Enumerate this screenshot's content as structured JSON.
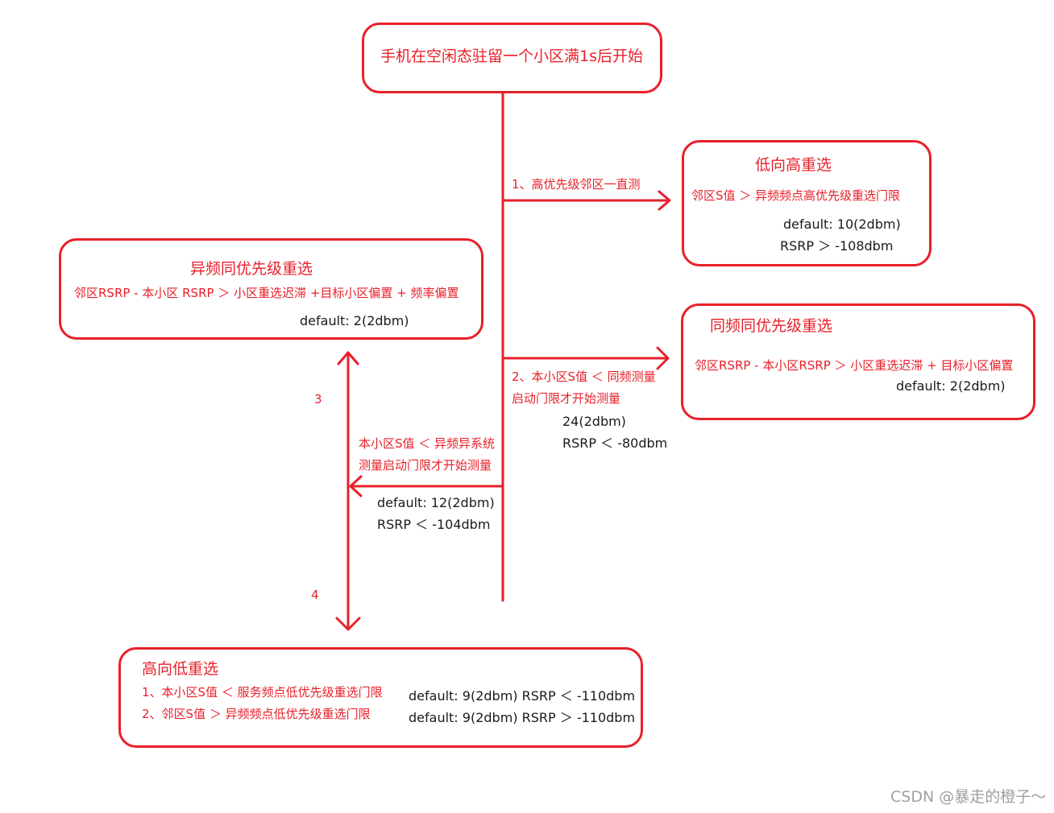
{
  "start": {
    "title": "手机在空闲态驻留一个小区满1s后开始"
  },
  "low_to_high": {
    "title": "低向高重选",
    "rule": "邻区S值 ＞ 异频频点高优先级重选门限",
    "default": "default: 10(2dbm)",
    "rsrp": "RSRP ＞ -108dbm"
  },
  "inter_freq_same_priority": {
    "title": "异频同优先级重选",
    "rule": "邻区RSRP - 本小区 RSRP ＞ 小区重选迟滞 +目标小区偏置 + 频率偏置",
    "default": "default: 2(2dbm)"
  },
  "intra_freq_same_priority": {
    "title": "同频同优先级重选",
    "rule": "邻区RSRP - 本小区RSRP ＞ 小区重选迟滞 + 目标小区偏置",
    "default": "default: 2(2dbm)"
  },
  "high_to_low": {
    "title": "高向低重选",
    "rule1": "1、本小区S值 ＜ 服务频点低优先级重选门限",
    "rule2": "2、邻区S值 ＞ 异频频点低优先级重选门限",
    "value1": "default: 9(2dbm)  RSRP ＜ -110dbm",
    "value2": "default: 9(2dbm)  RSRP ＞ -110dbm"
  },
  "edges": {
    "e1_label": "1、高优先级邻区一直测",
    "e2_label_line1": "2、本小区S值 ＜ 同频测量",
    "e2_label_line2": "启动门限才开始测量",
    "e2_default": "24(2dbm)",
    "e2_rsrp": "RSRP ＜ -80dbm",
    "e3_label_line1": "本小区S值 ＜ 异频异系统",
    "e3_label_line2": "测量启动门限才开始测量",
    "e3_default": "default: 12(2dbm)",
    "e3_rsrp": "RSRP ＜ -104dbm",
    "num3": "3",
    "num4": "4"
  },
  "watermark": "CSDN @暴走的橙子～",
  "colors": {
    "accent": "#e8202a",
    "text": "#1a1a1a",
    "watermark": "#a0a0a0"
  }
}
